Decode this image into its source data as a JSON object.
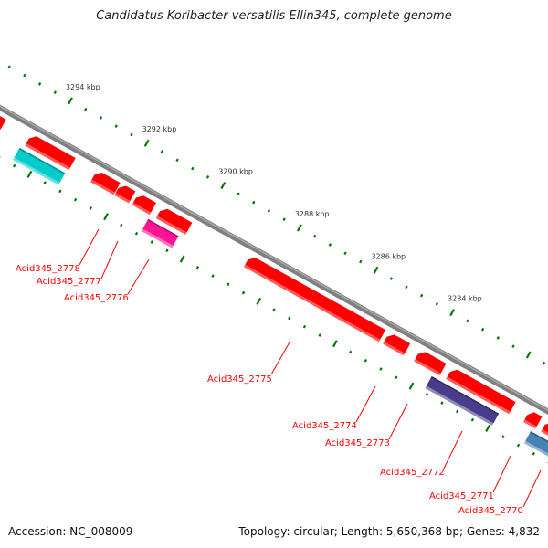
{
  "title": "Candidatus Koribacter versatilis Ellin345, complete genome",
  "footer": {
    "accession": "Accession: NC_008009",
    "summary": "Topology: circular; Length: 5,650,368 bp; Genes: 4,832"
  },
  "ticks": {
    "unit": "kbp",
    "labels": [
      "3294 kbp",
      "3292 kbp",
      "3290 kbp",
      "3288 kbp",
      "3286 kbp",
      "3284 kbp"
    ],
    "color": "#007700"
  },
  "backbone_color": "#808080",
  "genes": [
    {
      "label": "Acid345_2778",
      "color": "#ff0000"
    },
    {
      "label": "Acid345_2777",
      "color": "#ff0000"
    },
    {
      "label": "Acid345_2776",
      "color": "#ff0000"
    },
    {
      "label": "Acid345_2775",
      "color": "#ff0000"
    },
    {
      "label": "Acid345_2774",
      "color": "#ff0000"
    },
    {
      "label": "Acid345_2773",
      "color": "#ff0000"
    },
    {
      "label": "Acid345_2772",
      "color": "#ff0000"
    },
    {
      "label": "Acid345_2771",
      "color": "#ff0000"
    },
    {
      "label": "Acid345_2770",
      "color": "#ff0000"
    }
  ],
  "feature_colors": {
    "cds": "#ff0000",
    "rna1": "#00cccc",
    "rna2": "#ff1493",
    "rna3": "#483d8b",
    "rna4": "#4682b4"
  }
}
